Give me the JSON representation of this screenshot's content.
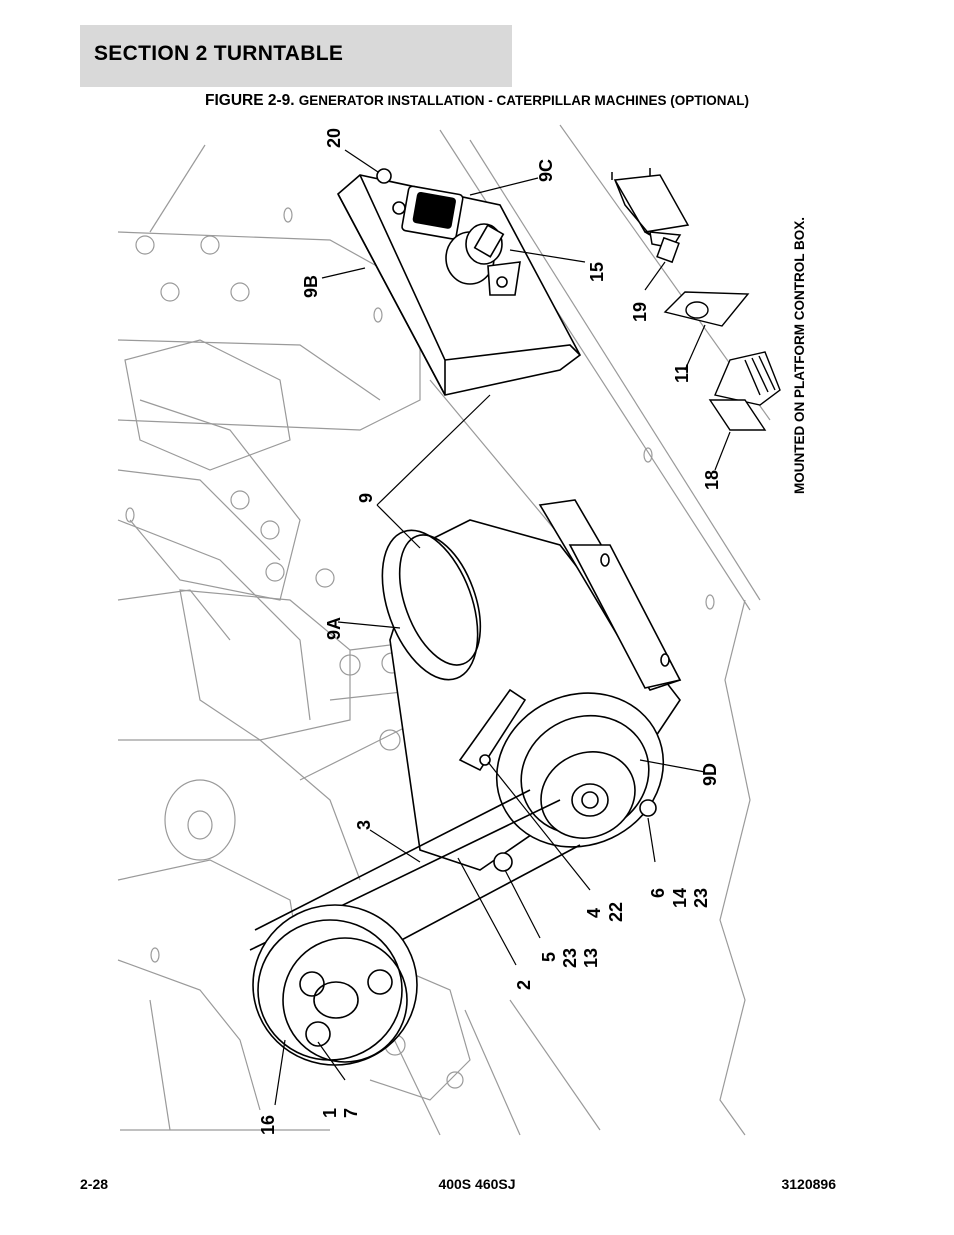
{
  "header": {
    "section": "SECTION 2   TURNTABLE"
  },
  "figure": {
    "number": "FIGURE 2-9.",
    "caption": "GENERATOR INSTALLATION - CATERPILLAR MACHINES (OPTIONAL)"
  },
  "side_note": "MOUNTED ON PLATFORM CONTROL BOX.",
  "callouts": {
    "c20": "20",
    "c9c": "9C",
    "c9b": "9B",
    "c15": "15",
    "c19": "19",
    "c11": "11",
    "c18": "18",
    "c9": "9",
    "c9a": "9A",
    "c9d": "9D",
    "c3": "3",
    "c6_14_23": [
      "6",
      "14",
      "23"
    ],
    "c4_22": [
      "4",
      "22"
    ],
    "c5_23_13": [
      "5",
      "23",
      "13"
    ],
    "c2": "2",
    "c16": "16",
    "c1_7": [
      "1",
      "7"
    ]
  },
  "footer": {
    "page": "2-28",
    "model": "400S 460SJ",
    "doc_number": "3120896"
  }
}
